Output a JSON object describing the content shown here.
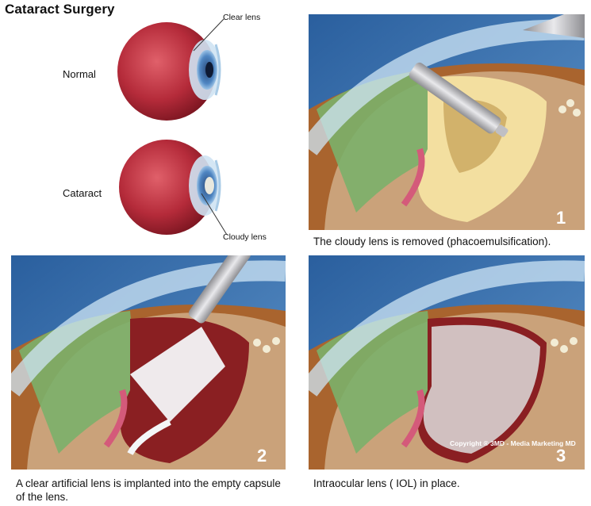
{
  "title": "Cataract Surgery",
  "labels": {
    "normal": "Normal",
    "cataract": "Cataract",
    "clear_lens": "Clear lens",
    "cloudy_lens": "Cloudy lens"
  },
  "panels": [
    {
      "number": "1",
      "caption": "The cloudy lens is removed (phacoemulsification)."
    },
    {
      "number": "2",
      "caption": "A clear artificial lens is implanted into the empty capsule of the lens."
    },
    {
      "number": "3",
      "caption": "Intraocular lens ( IOL) in place."
    }
  ],
  "copyright": "Copyright ® 3MD - Media Marketing MD",
  "colors": {
    "sky": "#2f6fae",
    "eyeball": "#b52b3a",
    "iris": "#6fa66a",
    "lens_cloudy": "#f3dfa0",
    "capsule_red": "#8a1f22"
  }
}
